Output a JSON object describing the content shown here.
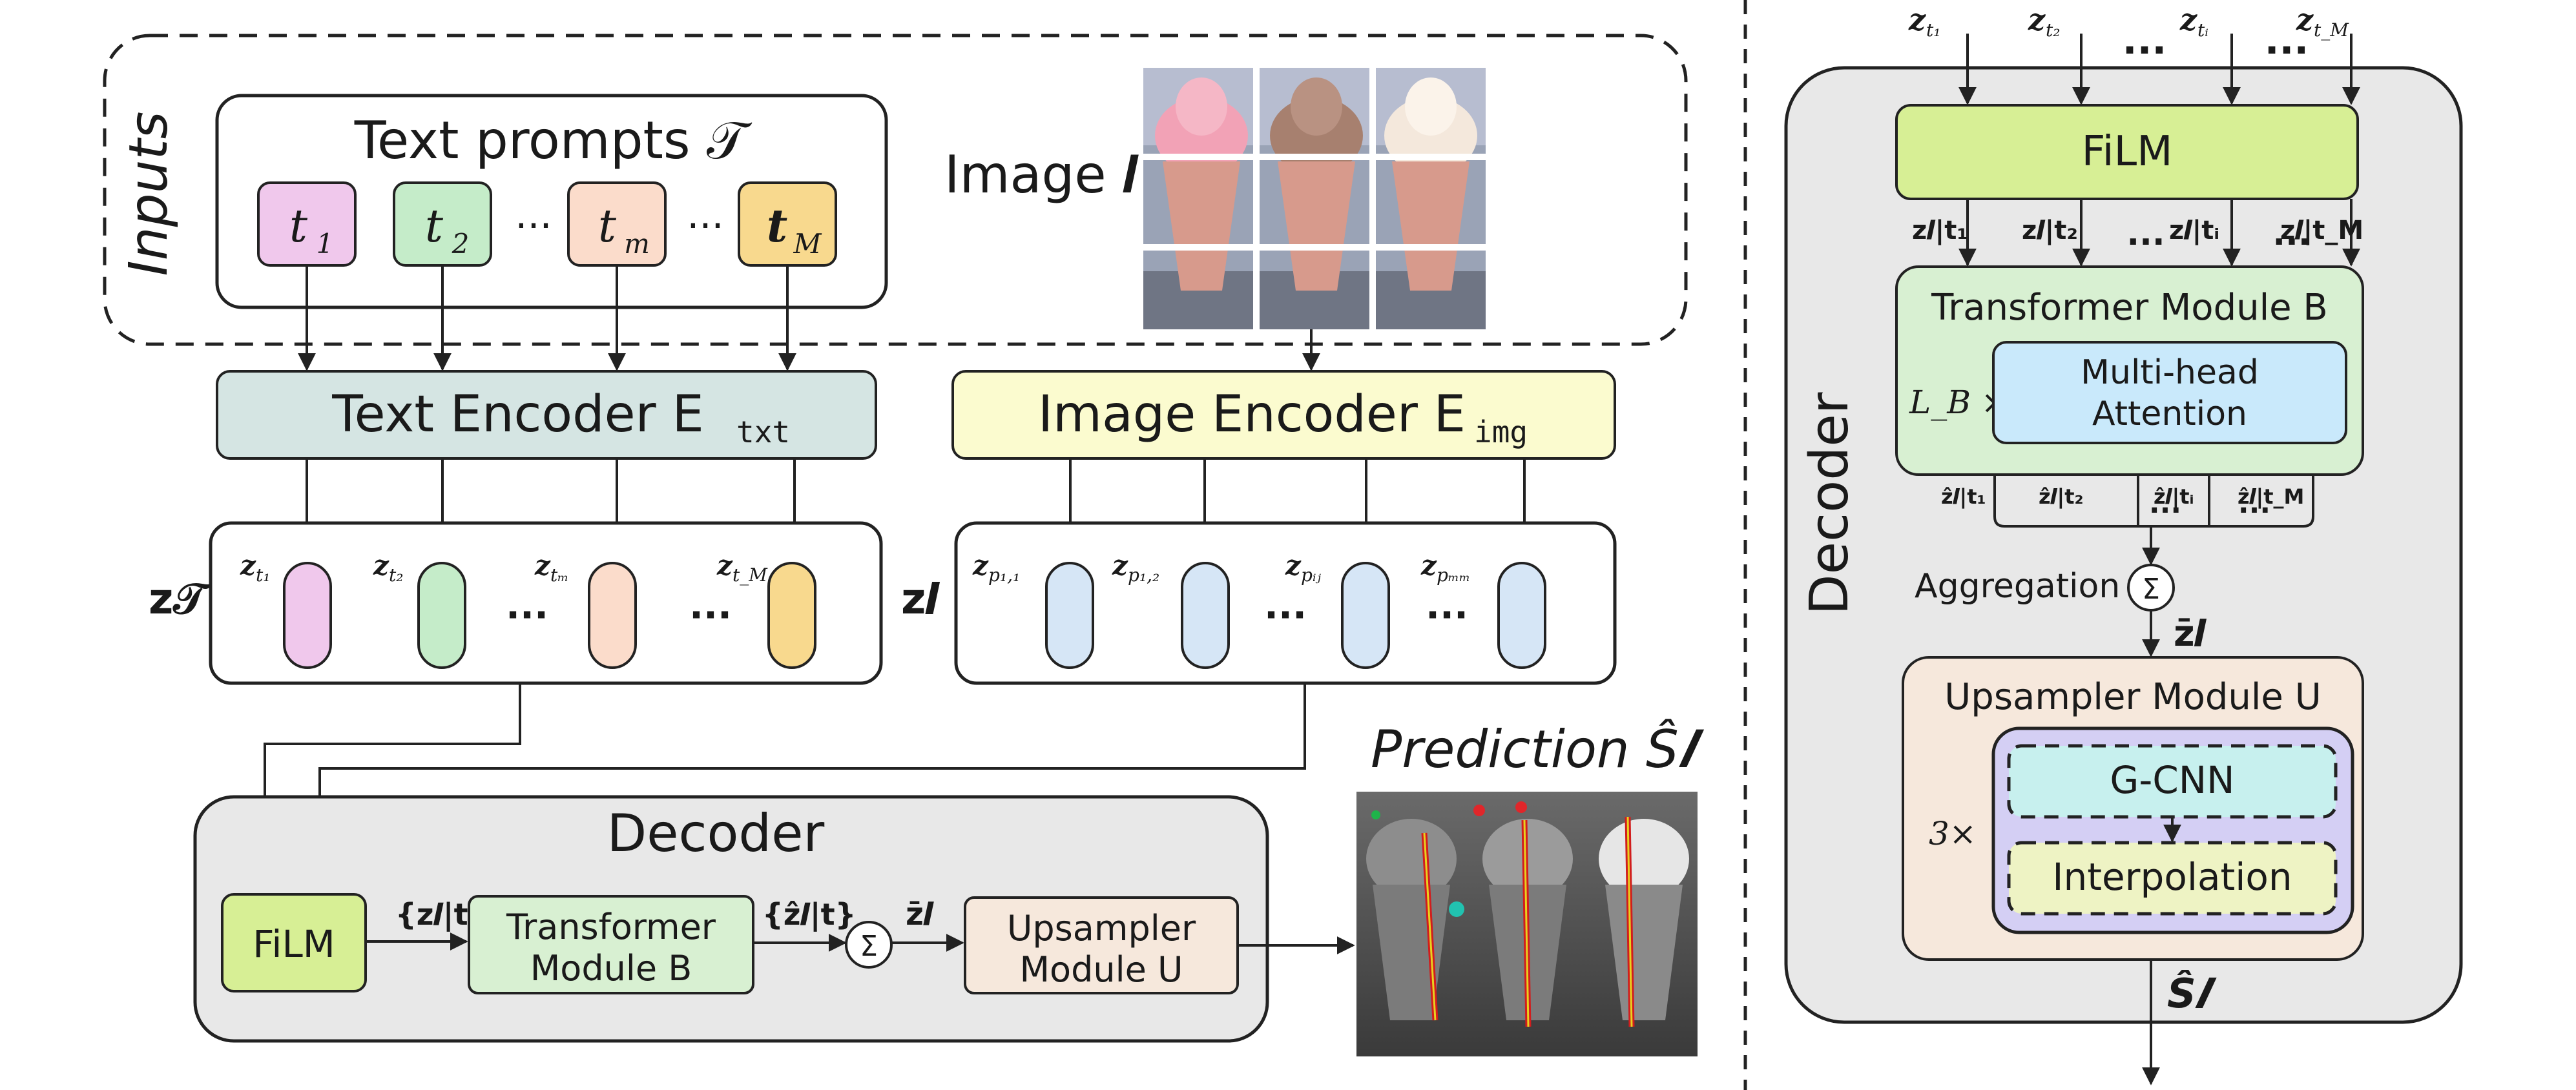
{
  "left": {
    "inputs_label": "Inputs",
    "text_prompts": {
      "title": "Text prompts 𝒯",
      "tokens": [
        {
          "label": "t",
          "sub": "1",
          "color": "#f0c8ec"
        },
        {
          "label": "t",
          "sub": "2",
          "color": "#c5ecc9"
        },
        {
          "label": "t",
          "sub": "m",
          "color": "#fbdccb"
        },
        {
          "label": "t",
          "sub": "M",
          "color": "#f8d98e"
        }
      ],
      "ellipsis": "···"
    },
    "image_label": "Image 𝑰",
    "text_encoder": {
      "text": "Text Encoder E",
      "sub": "txt",
      "color": "#d5e5e3"
    },
    "image_encoder": {
      "text": "Image Encoder E",
      "sub": "img",
      "color": "#fbfbcf"
    },
    "z_t_label": "z𝒯",
    "z_t_items": [
      {
        "label": "z",
        "sub": "t₁"
      },
      {
        "label": "z",
        "sub": "t₂"
      },
      {
        "label": "z",
        "sub": "tₘ"
      },
      {
        "label": "z",
        "sub": "t_M"
      }
    ],
    "z_i_label": "z𝑰",
    "z_i_items": [
      {
        "label": "z",
        "sub": "p₁,₁"
      },
      {
        "label": "z",
        "sub": "p₁,₂"
      },
      {
        "label": "z",
        "sub": "pᵢⱼ"
      },
      {
        "label": "z",
        "sub": "pₘₘ"
      }
    ],
    "dots": "···",
    "decoder": {
      "title": "Decoder",
      "film": "FiLM",
      "film_out": "{z𝑰|t}",
      "transformer": [
        "Transformer",
        "Module B"
      ],
      "transformer_out": "{ẑ𝑰|t}",
      "sum_symbol": "Σ",
      "sum_out": "z̄𝑰",
      "upsampler": [
        "Upsampler",
        "Module U"
      ]
    },
    "prediction_label": "Prediction Ŝ𝑰"
  },
  "right": {
    "inputs": [
      "z",
      "z",
      "z",
      "z"
    ],
    "input_subs": [
      "t₁",
      "t₂",
      "tᵢ",
      "t_M"
    ],
    "dots": "···",
    "film": "FiLM",
    "film_outs": [
      "z𝑰|t₁",
      "z𝑰|t₂",
      "z𝑰|tᵢ",
      "z𝑰|t_M"
    ],
    "decoder_label": "Decoder",
    "transformer": {
      "title": "Transformer Module B",
      "repeat": "L_B ×",
      "attention": [
        "Multi-head",
        "Attention"
      ]
    },
    "transformer_outs": [
      "ẑ𝑰|t₁",
      "ẑ𝑰|t₂",
      "ẑ𝑰|tᵢ",
      "ẑ𝑰|t_M"
    ],
    "aggregation": "Aggregation",
    "sum_symbol": "Σ",
    "agg_out": "z̄𝑰",
    "upsampler": {
      "title": "Upsampler Module U",
      "repeat": "3×",
      "gcnn": "G-CNN",
      "interp": "Interpolation"
    },
    "output": "Ŝ𝑰"
  },
  "colors": {
    "film": "#d7ef95",
    "transformer": "#d8f0d2",
    "attention": "#c9e9fb",
    "upsampler": "#f6e8dc",
    "inner_purple": "#d4cff4",
    "gcnn": "#c7f0ee",
    "interp": "#eef3c4",
    "decoder_bg": "#e8e8e8",
    "z_i_pill": "#d6e6f6"
  }
}
